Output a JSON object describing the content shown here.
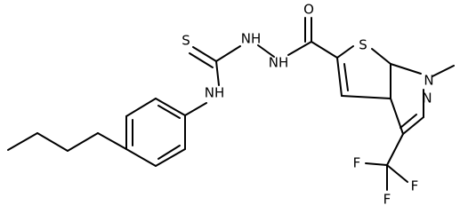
{
  "diagram": {
    "type": "chemical-structure",
    "atoms": {
      "o_carbonyl": "O",
      "s_thiocarbonyl": "S",
      "nh_hydrazine_1": "NH",
      "nh_hydrazine_2": "NH",
      "nh_anilino": "NH",
      "s_thiophene": "S",
      "n_pyrazole_methyl": "N",
      "n_pyrazole": "N",
      "f_1": "F",
      "f_2": "F",
      "f_3": "F"
    }
  }
}
